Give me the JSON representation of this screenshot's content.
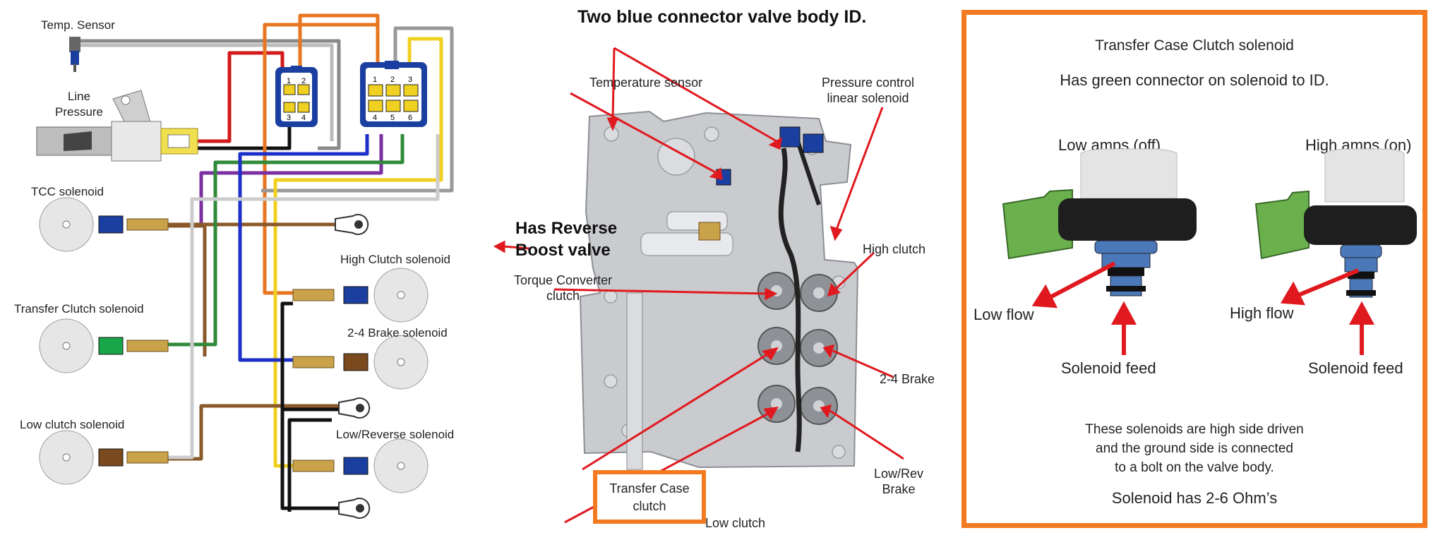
{
  "wiring": {
    "temp_sensor": "Temp. Sensor",
    "line_pressure": "Line\nPressure",
    "tcc": "TCC solenoid",
    "high_clutch": "High Clutch solenoid",
    "transfer_clutch": "Transfer Clutch solenoid",
    "brake_24": "2-4 Brake solenoid",
    "low_clutch": "Low clutch solenoid",
    "low_reverse": "Low/Reverse solenoid",
    "connector_a_pins": [
      "1",
      "2",
      "3",
      "4"
    ],
    "connector_b_pins": [
      "1",
      "2",
      "3",
      "4",
      "5",
      "6"
    ]
  },
  "valve_body": {
    "title": "Two blue connector valve body ID.",
    "reverse_boost": "Has Reverse\nBoost valve",
    "temp_sensor": "Temperature sensor",
    "pressure_control": "Pressure control\nlinear solenoid",
    "torque_converter": "Torque Converter\nclutch",
    "high_clutch": "High clutch",
    "brake_24": "2-4 Brake",
    "low_rev": "Low/Rev\nBrake",
    "transfer_case": "Transfer Case\nclutch",
    "low_clutch": "Low clutch"
  },
  "info": {
    "title": "Transfer Case Clutch solenoid",
    "subtitle": "Has green connector on solenoid to ID.",
    "low_amps": "Low amps (off)",
    "high_amps": "High amps (on)",
    "low_flow": "Low flow",
    "high_flow": "High flow",
    "feed_left": "Solenoid feed",
    "feed_right": "Solenoid feed",
    "note_line1": "These solenoids are high side driven",
    "note_line2": "and the ground side is connected",
    "note_line3": "to a bolt on the valve body.",
    "resistance": "Solenoid has 2-6 Ohm’s"
  },
  "colors": {
    "accent": "#f37a21",
    "connector_blue": "#1a3fa0",
    "connector_green": "#1aa64a",
    "connector_brown": "#7a4a1e",
    "terminal_tan": "#c9a24a",
    "arrow_red": "#e0191f",
    "wire_red": "#d11b1b",
    "wire_orange": "#e8751f",
    "wire_purple": "#7b2fa0",
    "wire_brown": "#8a5a2b",
    "wire_green": "#2f8a3a",
    "wire_yellow": "#f0d020",
    "wire_blue": "#1c2fc8",
    "wire_gray": "#8a8a8a"
  }
}
